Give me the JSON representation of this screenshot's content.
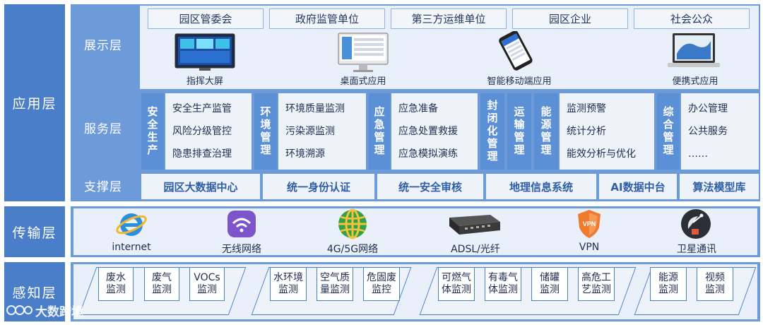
{
  "layers": {
    "app": "应用层",
    "transport": "传输层",
    "sense": "感知层"
  },
  "sublayers": {
    "display": "展示层",
    "service": "服务层",
    "support": "支撑层"
  },
  "audiences": [
    "园区管委会",
    "政府监管单位",
    "第三方运维单位",
    "园区企业",
    "社会公众"
  ],
  "displays": [
    "指挥大屏",
    "桌面式应用",
    "智能移动端应用",
    "便携式应用"
  ],
  "services": [
    {
      "title": "安全生产",
      "items": [
        "安全生产监管",
        "风险分级管控",
        "隐患排查治理"
      ]
    },
    {
      "title": "环境管理",
      "items": [
        "环境质量监测",
        "污染源监测",
        "环境溯源"
      ]
    },
    {
      "title": "应急管理",
      "items": [
        "应急准备",
        "应急处置救援",
        "应急模拟演练"
      ]
    },
    {
      "title": "封闭化管理",
      "items": []
    },
    {
      "title": "运输管理",
      "items": []
    },
    {
      "title": "能源管理",
      "items": [
        "监测预警",
        "统计分析",
        "能效分析与优化"
      ]
    },
    {
      "title": "综合管理",
      "items": [
        "办公管理",
        "公共服务",
        "……"
      ]
    }
  ],
  "support": [
    "园区大数据中心",
    "统一身份认证",
    "统一安全审核",
    "地理信息系统",
    "AI数据中台",
    "算法模型库"
  ],
  "transport": [
    "internet",
    "无线网络",
    "4G/5G网络",
    "ADSL/光纤",
    "VPN",
    "卫星通讯"
  ],
  "sensors": [
    "废水\n监测",
    "废气\n监测",
    "VOCs\n监测",
    "水环境\n监测",
    "空气质\n量监测",
    "危固废\n监控",
    "可燃气\n体监测",
    "有毒气\n体监测",
    "储罐\n监测",
    "高危工\n艺监测",
    "能源\n监测",
    "视频\n监测"
  ],
  "watermark": "大数跨境"
}
